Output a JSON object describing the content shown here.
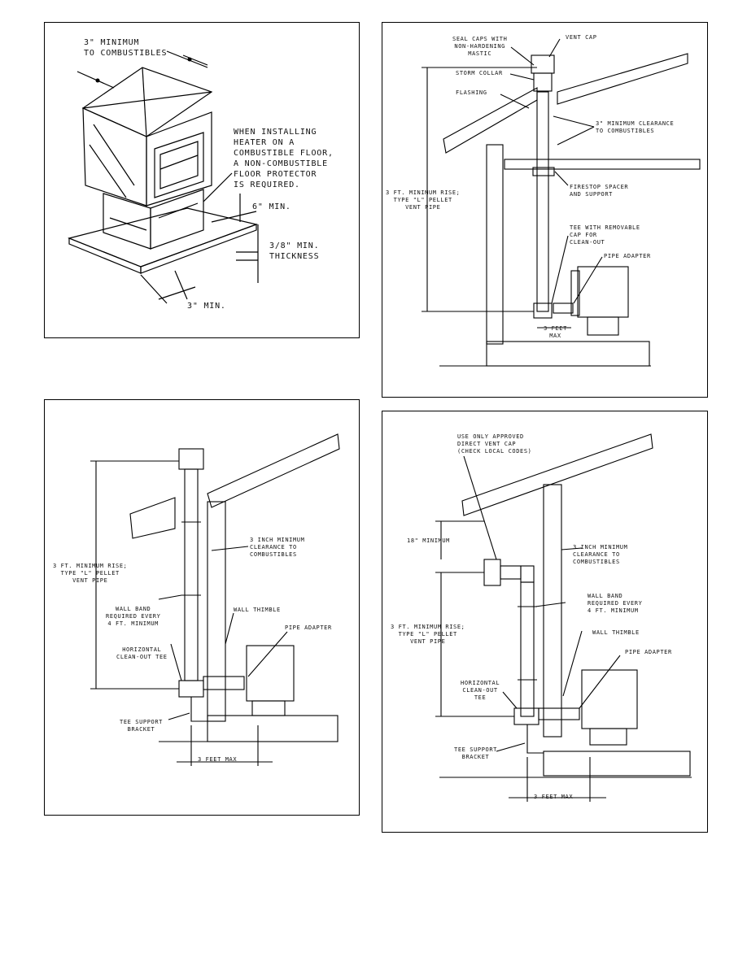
{
  "figure1": {
    "clearance_top": "3\" MINIMUM\nTO COMBUSTIBLES",
    "floor_note": "WHEN INSTALLING\nHEATER ON A\nCOMBUSTIBLE FLOOR,\nA NON-COMBUSTIBLE\nFLOOR PROTECTOR\nIS REQUIRED.",
    "side_min": "6\" MIN.",
    "thickness": "3/8\" MIN.\nTHICKNESS",
    "front_min": "3\" MIN."
  },
  "figure2": {
    "vent_cap": "VENT CAP",
    "seal_caps": "SEAL CAPS WITH\nNON-HARDENING\nMASTIC",
    "storm_collar": "STORM COLLAR",
    "flashing": "FLASHING",
    "clearance": "3\" MINIMUM CLEARANCE\nTO COMBUSTIBLES",
    "rise": "3 FT. MINIMUM RISE;\nTYPE \"L\" PELLET\nVENT PIPE",
    "firestop": "FIRESTOP SPACER\nAND SUPPORT",
    "tee": "TEE WITH REMOVABLE\nCAP FOR\nCLEAN-OUT",
    "pipe_adapter": "PIPE ADAPTER",
    "max": "3 FEET\nMAX"
  },
  "figure3": {
    "clearance": "3 INCH MINIMUM\nCLEARANCE TO\nCOMBUSTIBLES",
    "rise": "3 FT. MINIMUM RISE;\nTYPE \"L\" PELLET\nVENT PIPE",
    "wall_band": "WALL BAND\nREQUIRED EVERY\n4 FT. MINIMUM",
    "wall_thimble": "WALL THIMBLE",
    "pipe_adapter": "PIPE ADAPTER",
    "cleanout": "HORIZONTAL\nCLEAN-OUT TEE",
    "support": "TEE SUPPORT\nBRACKET",
    "max": "3 FEET MAX"
  },
  "figure4": {
    "cap": "USE ONLY APPROVED\nDIRECT VENT CAP\n(CHECK LOCAL CODES)",
    "min18": "18\" MINIMUM",
    "clearance": "3 INCH MINIMUM\nCLEARANCE TO\nCOMBUSTIBLES",
    "wall_band": "WALL BAND\nREQUIRED EVERY\n4 FT. MINIMUM",
    "rise": "3 FT. MINIMUM RISE;\nTYPE \"L\" PELLET\nVENT PIPE",
    "wall_thimble": "WALL THIMBLE",
    "pipe_adapter": "PIPE ADAPTER",
    "cleanout": "HORIZONTAL\nCLEAN-OUT\nTEE",
    "support": "TEE SUPPORT\nBRACKET",
    "max": "3 FEET MAX"
  }
}
